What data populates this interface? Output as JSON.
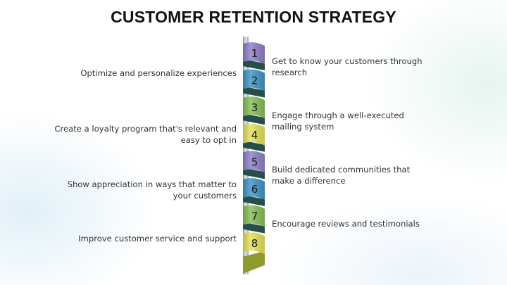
{
  "title": "CUSTOMER RETENTION STRATEGY",
  "colors": {
    "purple": "#8d7fc8",
    "blue": "#3f95c6",
    "green": "#86bd57",
    "yellow": "#e3e15a",
    "back": "#264f4c",
    "pole": "#b9c2c8"
  },
  "steps": [
    {
      "number": "1",
      "color": "purple",
      "side": "right",
      "text": "Get to know your customers through research"
    },
    {
      "number": "2",
      "color": "blue",
      "side": "left",
      "text": "Optimize and personalize experiences"
    },
    {
      "number": "3",
      "color": "green",
      "side": "right",
      "text": "Engage through a well-executed mailing system"
    },
    {
      "number": "4",
      "color": "yellow",
      "side": "left",
      "text": "Create a loyalty program that's relevant and easy to opt in"
    },
    {
      "number": "5",
      "color": "purple",
      "side": "right",
      "text": "Build dedicated communities that make a difference"
    },
    {
      "number": "6",
      "color": "blue",
      "side": "left",
      "text": "Show appreciation in ways that matter to your customers"
    },
    {
      "number": "7",
      "color": "green",
      "side": "right",
      "text": "Encourage reviews and testimonials"
    },
    {
      "number": "8",
      "color": "yellow",
      "side": "left",
      "text": "Improve customer service and support"
    }
  ]
}
